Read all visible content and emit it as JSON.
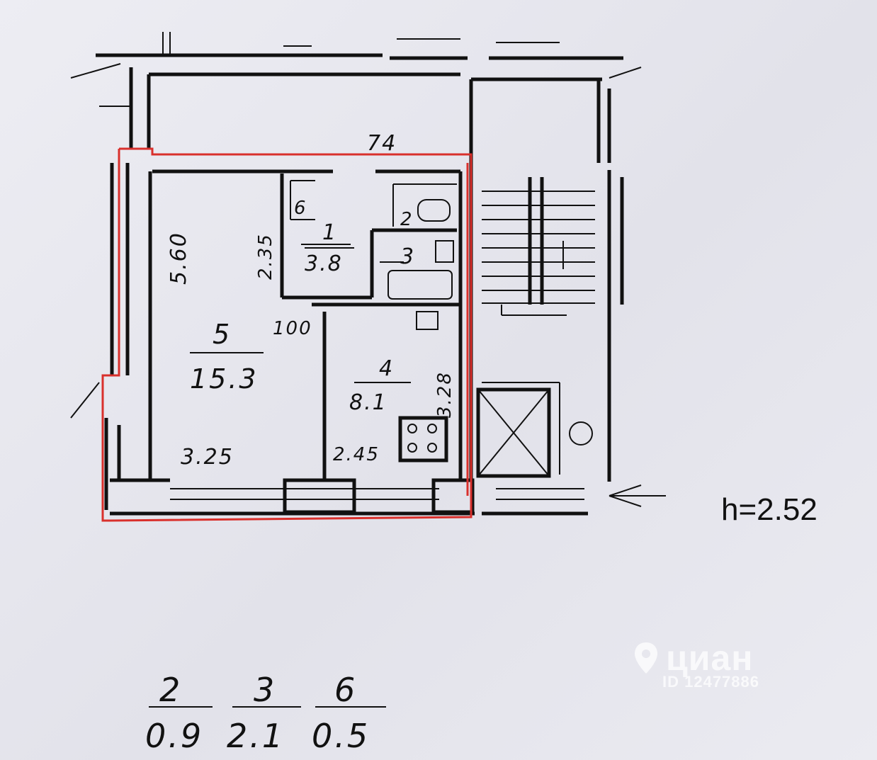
{
  "rooms": [
    {
      "num": "1",
      "area": "3.8"
    },
    {
      "num": "4",
      "area": "8.1"
    },
    {
      "num": "5",
      "area": "15.3"
    }
  ],
  "room_small_labels": {
    "r2": "2",
    "r3": "3",
    "r6": "6"
  },
  "dimensions": {
    "top": "74",
    "room5_height": "5.60",
    "hall_height": "2.35",
    "door_width": "100",
    "room5_width": "3.25",
    "kitchen_width": "2.45",
    "kitchen_height": "3.28"
  },
  "extra_areas": [
    {
      "num": "2",
      "area": "0.9"
    },
    {
      "num": "3",
      "area": "2.1"
    },
    {
      "num": "6",
      "area": "0.5"
    }
  ],
  "ceiling_height": "h=2.52",
  "watermark": {
    "brand": "циан",
    "id": "ID 12477886"
  },
  "colors": {
    "outline": "#d9302c",
    "walls": "#111111",
    "paper": "#e7e7ee"
  }
}
